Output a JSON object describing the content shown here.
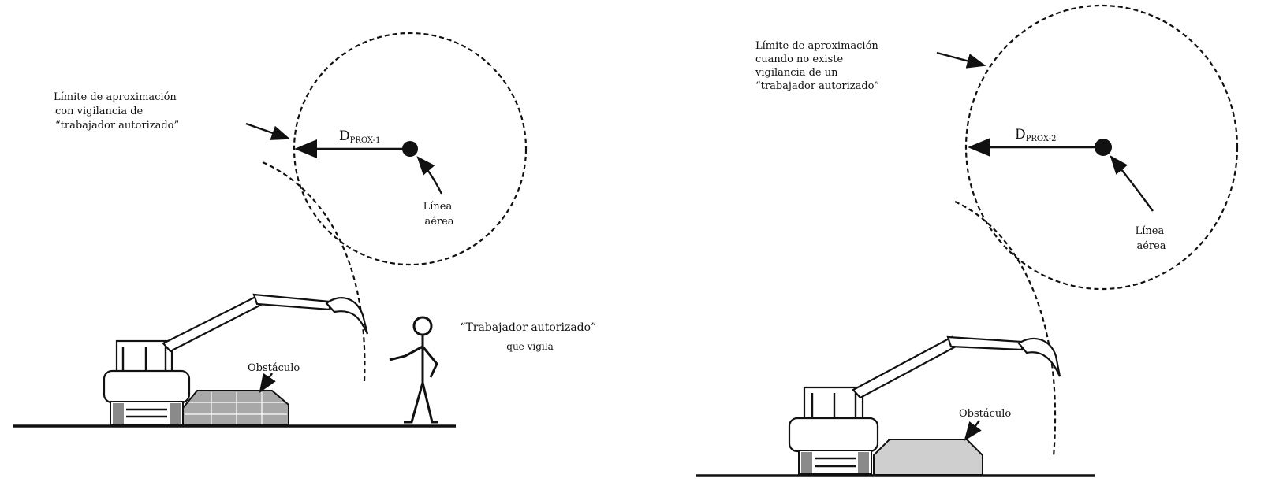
{
  "left": {
    "boundary_label_lines": [
      "Límite de aproximación",
      "con vigilancia de",
      "“trabajador autorizado”"
    ],
    "distance_main": "D",
    "distance_sub": "PROX-1",
    "line_label_lines": [
      "Línea",
      "aérea"
    ],
    "obstacle_label": "Obstáculo",
    "worker_label_lines": [
      "“Trabajador autorizado”",
      "que vigila"
    ]
  },
  "right": {
    "boundary_label_lines": [
      "Límite de aproximación",
      "cuando no existe",
      "vigilancia de un",
      "“trabajador autorizado”"
    ],
    "distance_main": "D",
    "distance_sub": "PROX-2",
    "line_label_lines": [
      "Línea",
      "aérea"
    ],
    "obstacle_label": "Obstáculo"
  },
  "colors": {
    "ink": "#111111",
    "obstacle_left": "#a8a8a8",
    "obstacle_right": "#cfcfcf",
    "track_gray": "#8a8a8a"
  }
}
